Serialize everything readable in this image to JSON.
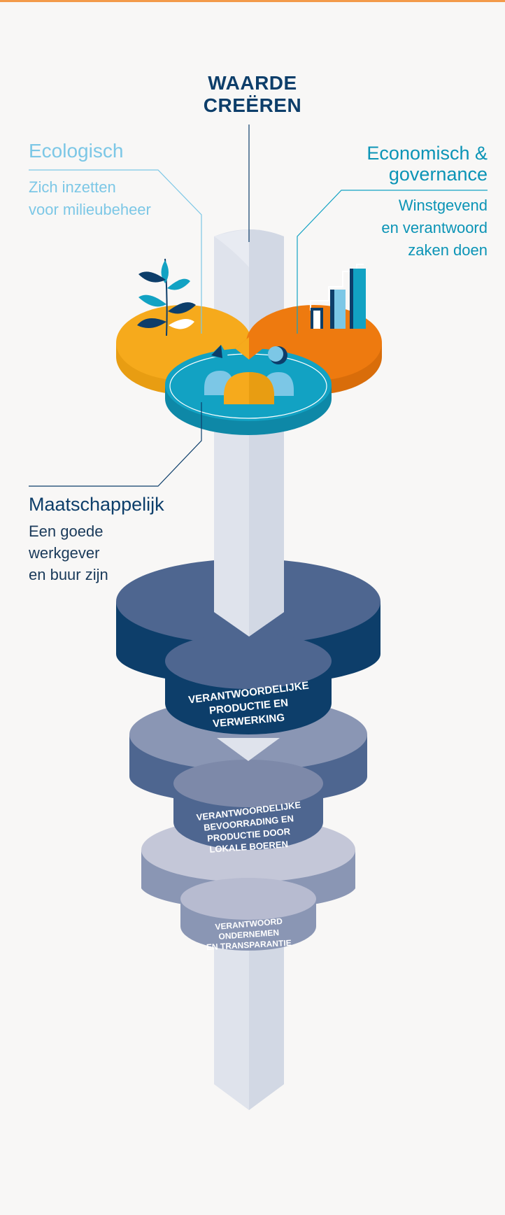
{
  "title_line1": "WAARDE",
  "title_line2": "CREËREN",
  "ecologisch": {
    "title": "Ecologisch",
    "line1": "Zich inzetten",
    "line2": "voor milieubeheer"
  },
  "economisch": {
    "title_line1": "Economisch &",
    "title_line2": "governance",
    "line1": "Winstgevend",
    "line2": "en verantwoord",
    "line3": "zaken doen"
  },
  "maatschappelijk": {
    "title": "Maatschappelijk",
    "line1": "Een goede",
    "line2": "werkgever",
    "line3": "en buur zijn"
  },
  "layers": [
    {
      "lines": [
        "VERANTWOORDELIJKE",
        "PRODUCTIE EN",
        "VERWERKING"
      ]
    },
    {
      "lines": [
        "VERANTWOORDELIJKE",
        "BEVOORRADING EN",
        "PRODUCTIE DOOR",
        "LOKALE BOEREN"
      ]
    },
    {
      "lines": [
        "VERANTWOORD",
        "ONDERNEMEN",
        "EN TRANSPARANTIE"
      ]
    }
  ],
  "colors": {
    "background": "#f8f7f6",
    "rule": "#f39a4a",
    "dark_blue": "#0d3e6a",
    "mid_blue": "#4e6690",
    "grey_blue": "#8a96b4",
    "light_grey_blue": "#c4c7d8",
    "teal": "#12a2c3",
    "yellow": "#f6aa1c",
    "orange": "#ee7a0f",
    "light_blue": "#7cc7e6",
    "pillar": "#dfe3ec"
  },
  "icons": [
    "plant-icon",
    "bar-chart-icon",
    "people-meeting-icon"
  ]
}
